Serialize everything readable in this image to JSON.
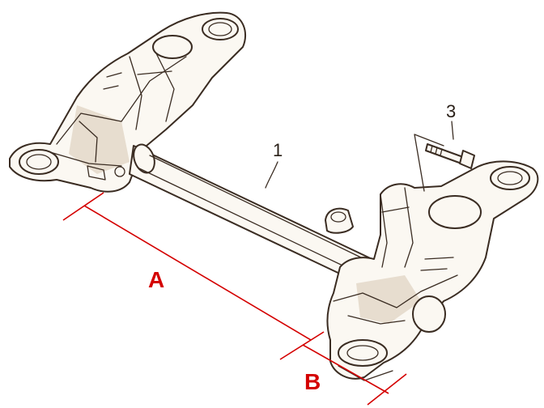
{
  "callouts": {
    "crossmember": "1",
    "bolt": "3"
  },
  "dimensions": {
    "a": "A",
    "b": "B"
  },
  "colors": {
    "ink": "#3a2c22",
    "dimension_red": "#d40000",
    "paper": "#fbf8f2"
  }
}
